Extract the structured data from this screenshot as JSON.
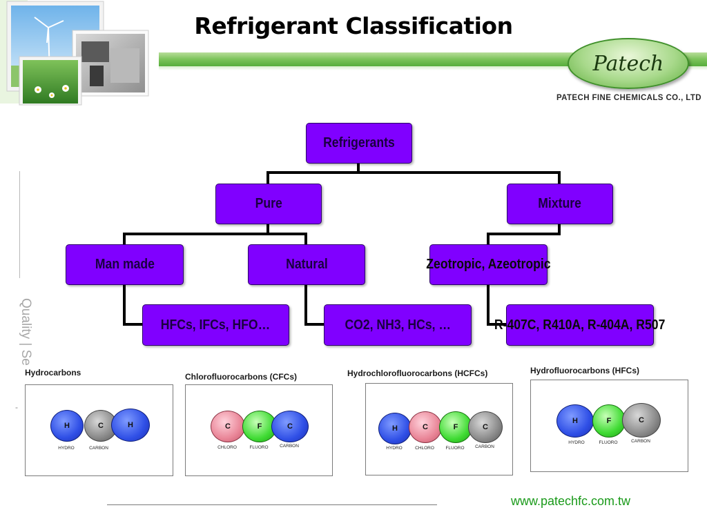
{
  "header": {
    "title": "Refrigerant Classification",
    "logo_text": "Patech",
    "company_name": "PATECH FINE CHEMICALS CO., LTD",
    "brand_green": "#4fa935"
  },
  "sidebar": {
    "vertical_text": "Quality | Se"
  },
  "diagram": {
    "node_color": "#8000ff",
    "nodes": {
      "root": "Refrigerants",
      "pure": "Pure",
      "mixture": "Mixture",
      "man_made": "Man made",
      "natural": "Natural",
      "zeotropic": "Zeotropic, Azeotropic",
      "hfcs": "HFCs, IFCs, HFO…",
      "co2": "CO2, NH3, HCs, …",
      "r407c": "R-407C, R410A, R-404A, R507"
    }
  },
  "molecules": [
    {
      "title": "Hydrocarbons",
      "atoms": [
        {
          "symbol": "H",
          "label": "HYDRO",
          "color": "blue"
        },
        {
          "symbol": "C",
          "label": "CARBON",
          "color": "gray"
        },
        {
          "symbol": "H",
          "label": "",
          "color": "blue"
        }
      ]
    },
    {
      "title": "Chlorofluorocarbons (CFCs)",
      "atoms": [
        {
          "symbol": "C",
          "label": "CHLORO",
          "color": "pink"
        },
        {
          "symbol": "F",
          "label": "FLUORO",
          "color": "green"
        },
        {
          "symbol": "C",
          "label": "CARBON",
          "color": "blue"
        }
      ]
    },
    {
      "title": "Hydrochlorofluorocarbons (HCFCs)",
      "atoms": [
        {
          "symbol": "H",
          "label": "HYDRO",
          "color": "blue"
        },
        {
          "symbol": "C",
          "label": "CHLORO",
          "color": "pink"
        },
        {
          "symbol": "F",
          "label": "FLUORO",
          "color": "green"
        },
        {
          "symbol": "C",
          "label": "CARBON",
          "color": "gray"
        }
      ]
    },
    {
      "title": "Hydrofluorocarbons (HFCs)",
      "atoms": [
        {
          "symbol": "H",
          "label": "HYDRO",
          "color": "blue"
        },
        {
          "symbol": "F",
          "label": "FLUORO",
          "color": "green"
        },
        {
          "symbol": "C",
          "label": "CARBON",
          "color": "gray"
        }
      ]
    }
  ],
  "footer": {
    "website": "www.patechfc.com.tw"
  }
}
